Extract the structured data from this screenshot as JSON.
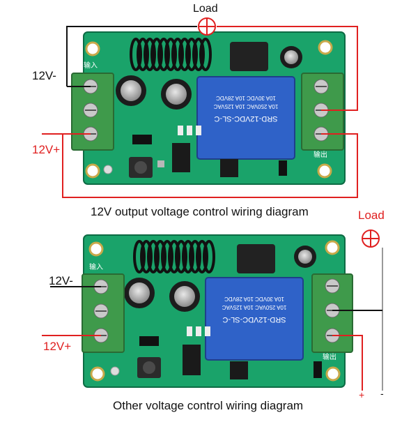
{
  "diagram1": {
    "load_label": "Load",
    "neg_label": "12V-",
    "pos_label": "12V+",
    "caption": "12V output voltage control wiring diagram",
    "input_label": "输入",
    "output_label": "输出",
    "relay_text_1": "SRD-12VDC-SL-C",
    "relay_text_2": "10A 250VAC  10A 125VAC",
    "relay_text_3": "10A 30VDC   10A 28VDC"
  },
  "diagram2": {
    "load_label": "Load",
    "neg_label": "12V-",
    "pos_label": "12V+",
    "caption": "Other voltage control wiring diagram",
    "plus_sign": "+",
    "minus_sign": "-",
    "input_label": "输入",
    "output_label": "输出",
    "relay_text_1": "SRD-12VDC-SL-C",
    "relay_text_2": "10A 250VAC  10A 125VAC",
    "relay_text_3": "10A 30VDC   10A 28VDC"
  },
  "colors": {
    "pcb": "#1aa36a",
    "relay": "#2f62c8",
    "terminal": "#3f9a4b",
    "wire_red": "#e02020",
    "wire_black": "#111111"
  }
}
